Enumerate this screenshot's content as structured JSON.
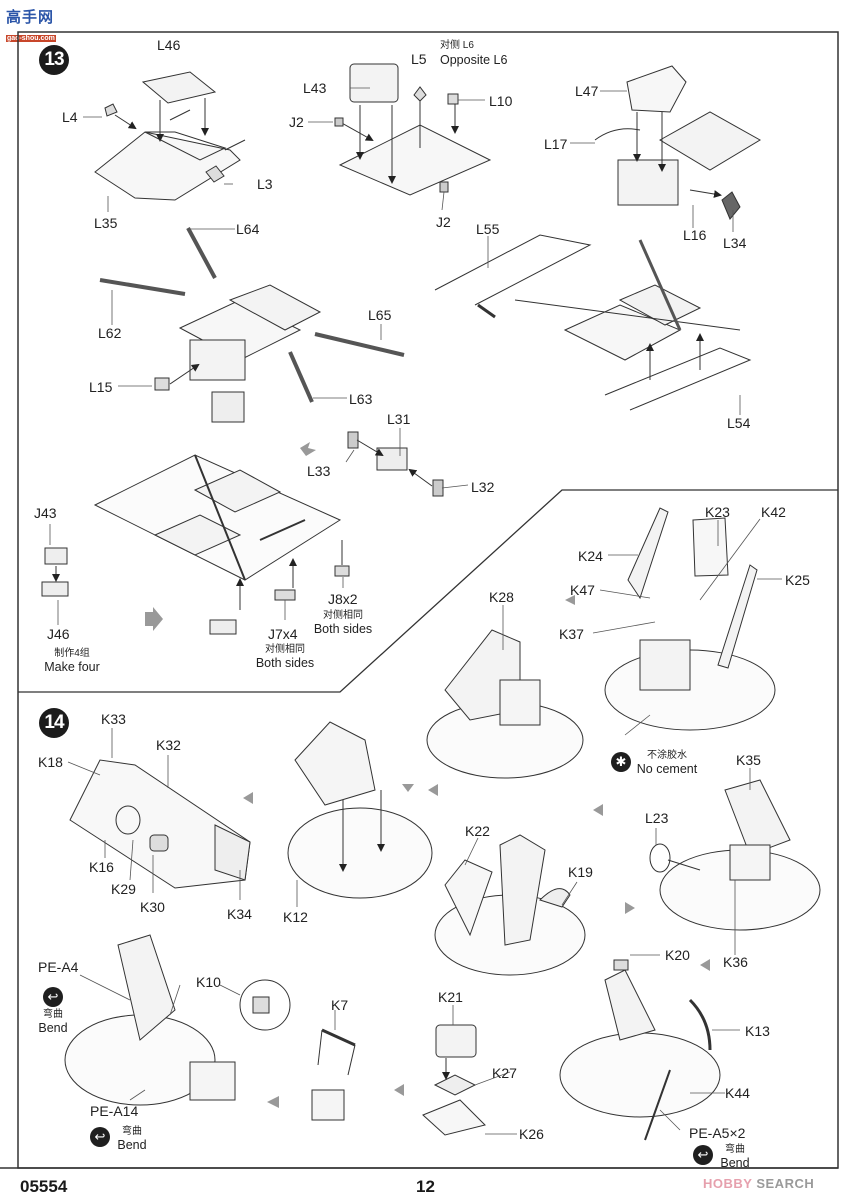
{
  "page": {
    "number": "12",
    "kit_code": "05554"
  },
  "watermarks": {
    "top_left_logo_cn": "高手网",
    "top_left_logo_url": "gao-shou.com",
    "bottom_right_prefix": "HOBBY",
    "bottom_right_suffix": "SEARCH"
  },
  "step13": {
    "number": "13",
    "labels": {
      "L46": "L46",
      "L4": "L4",
      "L3": "L3",
      "L35": "L35",
      "L43": "L43",
      "L5": "L5",
      "L10": "L10",
      "J2a": "J2",
      "J2b": "J2",
      "opposite_cn": "对侧 L6",
      "opposite_en": "Opposite L6",
      "L47": "L47",
      "L17": "L17",
      "L16": "L16",
      "L34": "L34",
      "L64": "L64",
      "L62": "L62",
      "L65": "L65",
      "L15": "L15",
      "L63": "L63",
      "L55": "L55",
      "L54": "L54",
      "L31": "L31",
      "L33": "L33",
      "L32": "L32",
      "J43": "J43",
      "J46": "J46",
      "J7x4": "J7x4",
      "J8x2": "J8x2"
    },
    "notes": {
      "make_four_cn": "制作4组",
      "make_four_en": "Make four",
      "both_sides_cn": "对侧相同",
      "both_sides_en": "Both sides"
    }
  },
  "step14": {
    "number": "14",
    "labels": {
      "K28": "K28",
      "K23": "K23",
      "K42": "K42",
      "K24": "K24",
      "K25": "K25",
      "K47": "K47",
      "K37": "K37",
      "K33": "K33",
      "K32": "K32",
      "K18": "K18",
      "K16": "K16",
      "K29": "K29",
      "K30": "K30",
      "K34": "K34",
      "K12": "K12",
      "K35": "K35",
      "L23": "L23",
      "K36": "K36",
      "K22": "K22",
      "K19": "K19",
      "K20": "K20",
      "K13": "K13",
      "K44": "K44",
      "PE_A5x2": "PE-A5×2",
      "PE_A4": "PE-A4",
      "K10": "K10",
      "PE_A14": "PE-A14",
      "K7": "K7",
      "K21": "K21",
      "K27": "K27",
      "K26": "K26"
    },
    "notes": {
      "no_cement_cn": "不涂胶水",
      "no_cement_en": "No cement",
      "bend_cn": "弯曲",
      "bend_en": "Bend"
    }
  },
  "icons": {
    "no_cement_symbol": "✱",
    "bend_symbol": "↩"
  }
}
